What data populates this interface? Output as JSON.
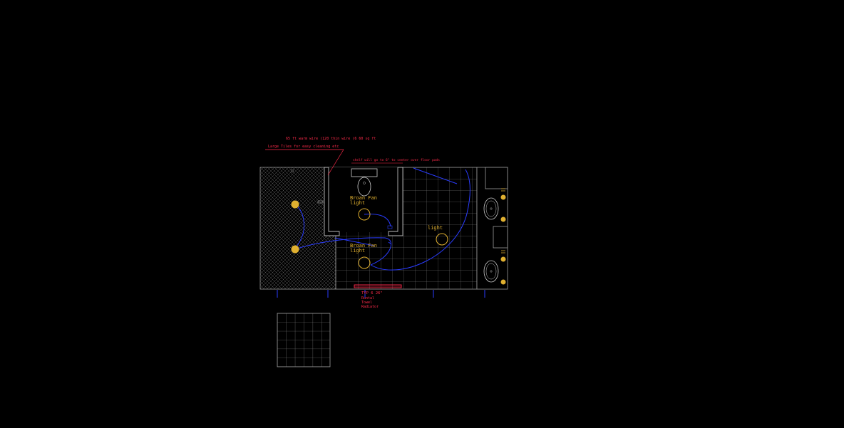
{
  "annotations": {
    "floor_heat": "65 ft warm wire (120 thin wire (6 60 sq ft",
    "large_tiles": "Large Tiles for easy cleaning etc",
    "shelf": "shelf will go to 6\" to center over floor pads",
    "rad_size": "TYP 6 26\"",
    "rad_line1": "Runtal",
    "rad_line2": "Towel",
    "rad_line3": "Radiator"
  },
  "fixtures": {
    "fan1_line1": "Broan Fan",
    "fan1_line2": "light",
    "fan2_line1": "Broan Fan",
    "fan2_line2": "light",
    "light": "light"
  },
  "colors": {
    "background": "#000000",
    "wall": "#b8b8b8",
    "tile_grid": "#8a8a8a",
    "wiring": "#2a3cff",
    "fixture": "#e0b030",
    "annotation": "#ff2a4a"
  }
}
